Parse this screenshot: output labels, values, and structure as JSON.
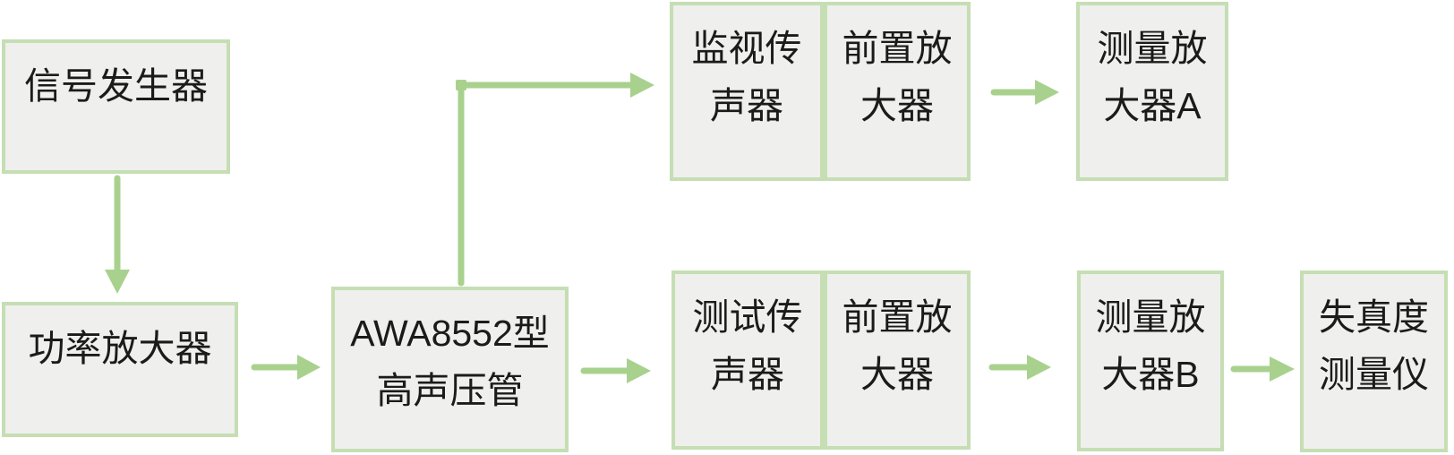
{
  "diagram": {
    "type": "flowchart",
    "nodes": [
      {
        "id": "signal-generator",
        "label": "信号发生器",
        "lines": [
          "信号发生器"
        ]
      },
      {
        "id": "power-amplifier",
        "label": "功率放大器",
        "lines": [
          "功率放大器"
        ]
      },
      {
        "id": "awa8552-tube",
        "label": "AWA8552型高声压管",
        "lines": [
          "AWA8552型",
          "高声压管"
        ]
      },
      {
        "id": "monitor-microphone",
        "label": "监视传声器",
        "lines": [
          "监视传",
          "声器"
        ]
      },
      {
        "id": "preamplifier-top",
        "label": "前置放大器",
        "lines": [
          "前置放",
          "大器"
        ]
      },
      {
        "id": "measuring-amplifier-a",
        "label": "测量放大器A",
        "lines": [
          "测量放",
          "大器A"
        ]
      },
      {
        "id": "test-microphone",
        "label": "测试传声器",
        "lines": [
          "测试传",
          "声器"
        ]
      },
      {
        "id": "preamplifier-bottom",
        "label": "前置放大器",
        "lines": [
          "前置放",
          "大器"
        ]
      },
      {
        "id": "measuring-amplifier-b",
        "label": "测量放大器B",
        "lines": [
          "测量放",
          "大器B"
        ]
      },
      {
        "id": "distortion-meter",
        "label": "失真度测量仪",
        "lines": [
          "失真度",
          "测量仪"
        ]
      }
    ],
    "connections": [
      {
        "from": "signal-generator",
        "to": "power-amplifier",
        "direction": "down"
      },
      {
        "from": "power-amplifier",
        "to": "awa8552-tube",
        "direction": "right"
      },
      {
        "from": "awa8552-tube",
        "to": "monitor-microphone",
        "direction": "up-then-right"
      },
      {
        "from": "awa8552-tube",
        "to": "test-microphone",
        "direction": "right"
      },
      {
        "from": "preamplifier-top",
        "to": "measuring-amplifier-a",
        "direction": "right"
      },
      {
        "from": "preamplifier-bottom",
        "to": "measuring-amplifier-b",
        "direction": "right"
      },
      {
        "from": "measuring-amplifier-b",
        "to": "distortion-meter",
        "direction": "right"
      }
    ]
  },
  "colors": {
    "background": "#ffffff",
    "box_fill": "#efefed",
    "box_border": "#c5deb3",
    "arrow": "#a9d18e",
    "text": "#1b1b1b"
  }
}
